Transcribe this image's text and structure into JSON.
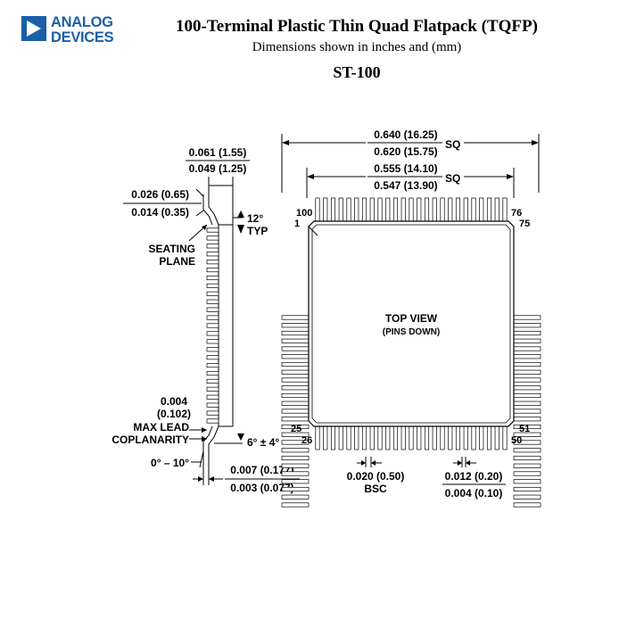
{
  "header": {
    "logo_line1": "ANALOG",
    "logo_line2": "DEVICES",
    "title": "100-Terminal Plastic Thin Quad Flatpack (TQFP)",
    "subtitle": "Dimensions shown in inches and (mm)",
    "model": "ST-100"
  },
  "colors": {
    "brand": "#1a5fa8",
    "ink": "#000000"
  },
  "side_view": {
    "lead_width_max": "0.061 (1.55)",
    "lead_width_min": "0.049 (1.25)",
    "lead_thick_max": "0.026 (0.65)",
    "lead_thick_min": "0.014 (0.35)",
    "angle_top": "12°",
    "angle_top_typ": "TYP",
    "seating_1": "SEATING",
    "seating_2": "PLANE",
    "coplan_value": "0.004",
    "coplan_mm": "(0.102)",
    "coplan_1": "MAX LEAD",
    "coplan_2": "COPLANARITY",
    "angle_bottom": "6° ± 4°",
    "angle_range": "0° – 10°",
    "foot_max": "0.007 (0.177)",
    "foot_min": "0.003 (0.077)"
  },
  "top_view": {
    "outer_max": "0.640 (16.25)",
    "outer_min": "0.620 (15.75)",
    "outer_sq": "SQ",
    "inner_max": "0.555 (14.10)",
    "inner_min": "0.547 (13.90)",
    "inner_sq": "SQ",
    "label": "TOP VIEW",
    "label_sub": "(PINS DOWN)",
    "pin_100": "100",
    "pin_1": "1",
    "pin_76": "76",
    "pin_75": "75",
    "pin_25": "25",
    "pin_26": "26",
    "pin_51": "51",
    "pin_50": "50",
    "pins_per_side": 25,
    "pitch": "0.020 (0.50)",
    "pitch_bsc": "BSC",
    "lead_w_max": "0.012 (0.20)",
    "lead_w_min": "0.004 (0.10)"
  }
}
